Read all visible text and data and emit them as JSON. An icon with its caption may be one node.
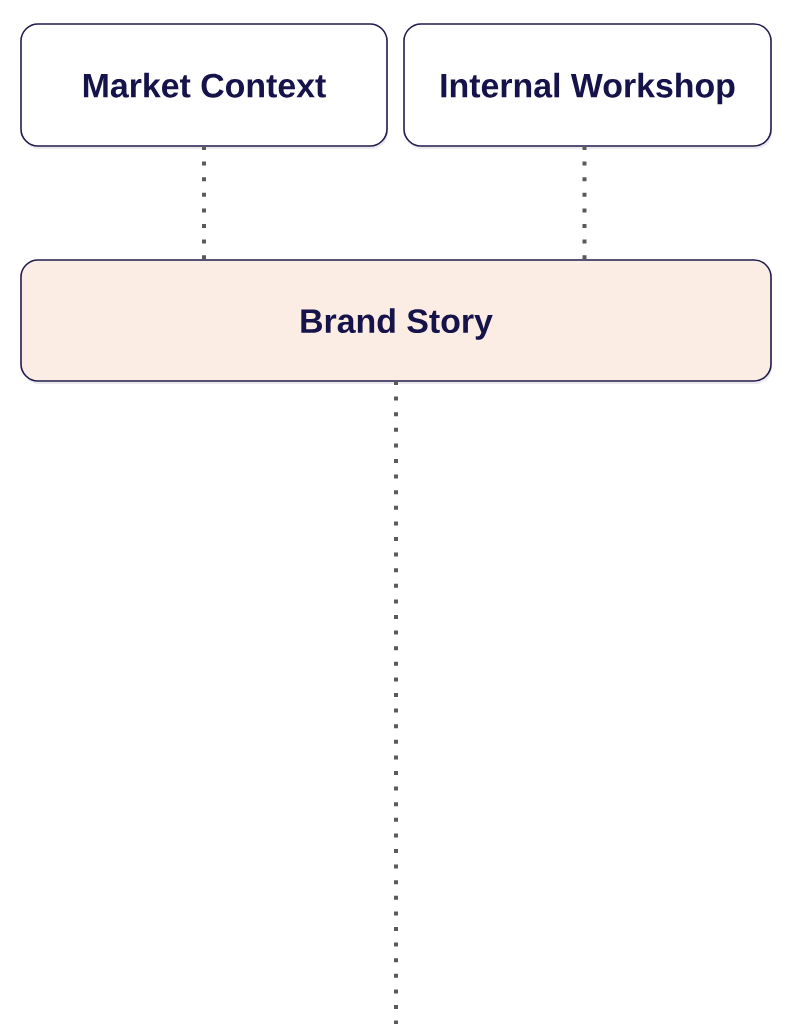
{
  "diagram": {
    "nodes": [
      {
        "text": [
          "Market Context"
        ]
      },
      {
        "text": [
          "Internal Workshop"
        ]
      },
      {
        "text": [
          "Brand Story"
        ]
      }
    ],
    "edges": [
      {
        "from": 0,
        "to": 2,
        "arrow": "none"
      },
      {
        "from": 1,
        "to": 2,
        "arrow": "none"
      },
      {
        "from": 2,
        "to": null,
        "arrow": "none"
      }
    ]
  }
}
